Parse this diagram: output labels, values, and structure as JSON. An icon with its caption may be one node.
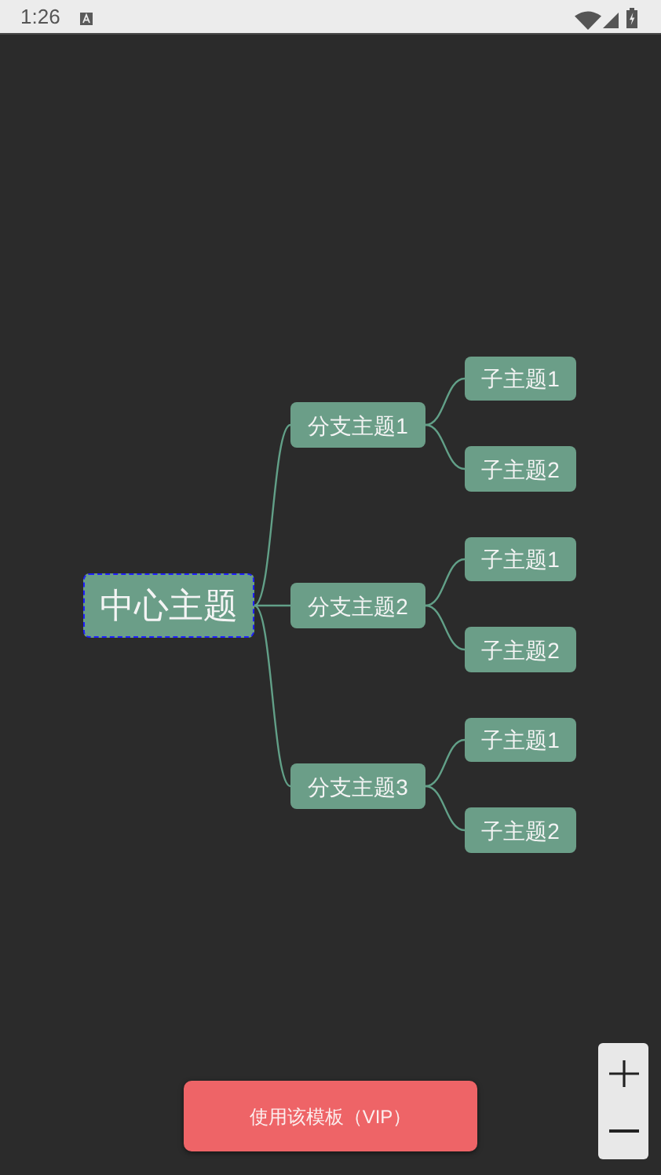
{
  "diagram": {
    "nodes": [
      {
        "text": [
          "中心主题"
        ]
      },
      {
        "text": [
          "分支主题1"
        ]
      },
      {
        "text": [
          "子主题1"
        ]
      },
      {
        "text": [
          "子主题2"
        ]
      },
      {
        "text": [
          "分支主题2"
        ]
      },
      {
        "text": [
          "子主题1"
        ]
      },
      {
        "text": [
          "子主题2"
        ]
      },
      {
        "text": [
          "分支主题3"
        ]
      },
      {
        "text": [
          "子主题1"
        ]
      },
      {
        "text": [
          "子主题2"
        ]
      },
      {
        "text": [
          "使用该模板（VIP）"
        ]
      }
    ],
    "edges": [
      {
        "from": 0,
        "to": 1,
        "arrow": "none"
      },
      {
        "from": 0,
        "to": 4,
        "arrow": "none"
      },
      {
        "from": 0,
        "to": 7,
        "arrow": "none"
      },
      {
        "from": 1,
        "to": 2,
        "arrow": "none"
      },
      {
        "from": 1,
        "to": 3,
        "arrow": "none"
      },
      {
        "from": 4,
        "to": 5,
        "arrow": "none"
      },
      {
        "from": 4,
        "to": 6,
        "arrow": "none"
      },
      {
        "from": 7,
        "to": 8,
        "arrow": "none"
      },
      {
        "from": 7,
        "to": 9,
        "arrow": "none"
      }
    ],
    "labels": [
      "1:26"
    ]
  }
}
